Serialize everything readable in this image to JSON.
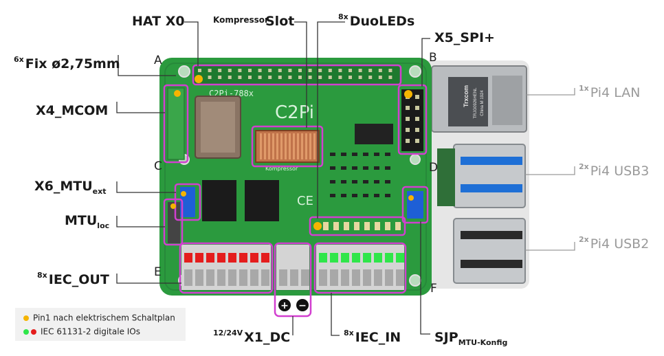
{
  "labels": {
    "hat": "HAT X0",
    "kompressor": "Kompressor",
    "slot": "Slot",
    "duoleds_count": "8x",
    "duoleds": "DuoLEDs",
    "x5": "X5_SPI+",
    "fix_count": "6x",
    "fix": "Fix ø2,75mm",
    "x4": "X4_MCOM",
    "x6_main": "X6_MTU",
    "x6_sub": "ext",
    "mtu_main": "MTU",
    "mtu_sub": "loc",
    "iec_out_count": "8x",
    "iec_out": "IEC_OUT",
    "x1_prefix": "12/24V",
    "x1": "X1_DC",
    "iec_in_count": "8x",
    "iec_in": "IEC_IN",
    "sjp_main": "SJP",
    "sjp_sub": "MTU-Konfig",
    "lan_count": "1x",
    "lan": "Pi4 LAN",
    "usb3_count": "2x",
    "usb3": "Pi4 USB3",
    "usb2_count": "2x",
    "usb2": "Pi4 USB2"
  },
  "corners": {
    "a": "A",
    "b": "B",
    "c": "C",
    "d": "D",
    "e": "E",
    "f": "F"
  },
  "board": {
    "silk_model": "C2Pi-788x",
    "silk_logo": "C2Pi",
    "silk_sub": "Kompressor",
    "lan_text_1": "Trxcom",
    "lan_text_2": "TRJG0926HENL",
    "lan_text_3": "China M 1924",
    "plus": "+",
    "minus": "−"
  },
  "legend": {
    "pin1": "Pin1 nach elektrischem Schaltplan",
    "iec": "IEC 61131-2 digitale IOs"
  },
  "colors": {
    "pcb": "#2b9a3e",
    "pcb_dark": "#1f7a2f",
    "highlight": "#d23fd0",
    "pin1": "#f5b400",
    "led_red": "#e41d1d",
    "led_green": "#2fe64a",
    "leader": "#333333",
    "leader_gray": "#9a9a9a"
  }
}
